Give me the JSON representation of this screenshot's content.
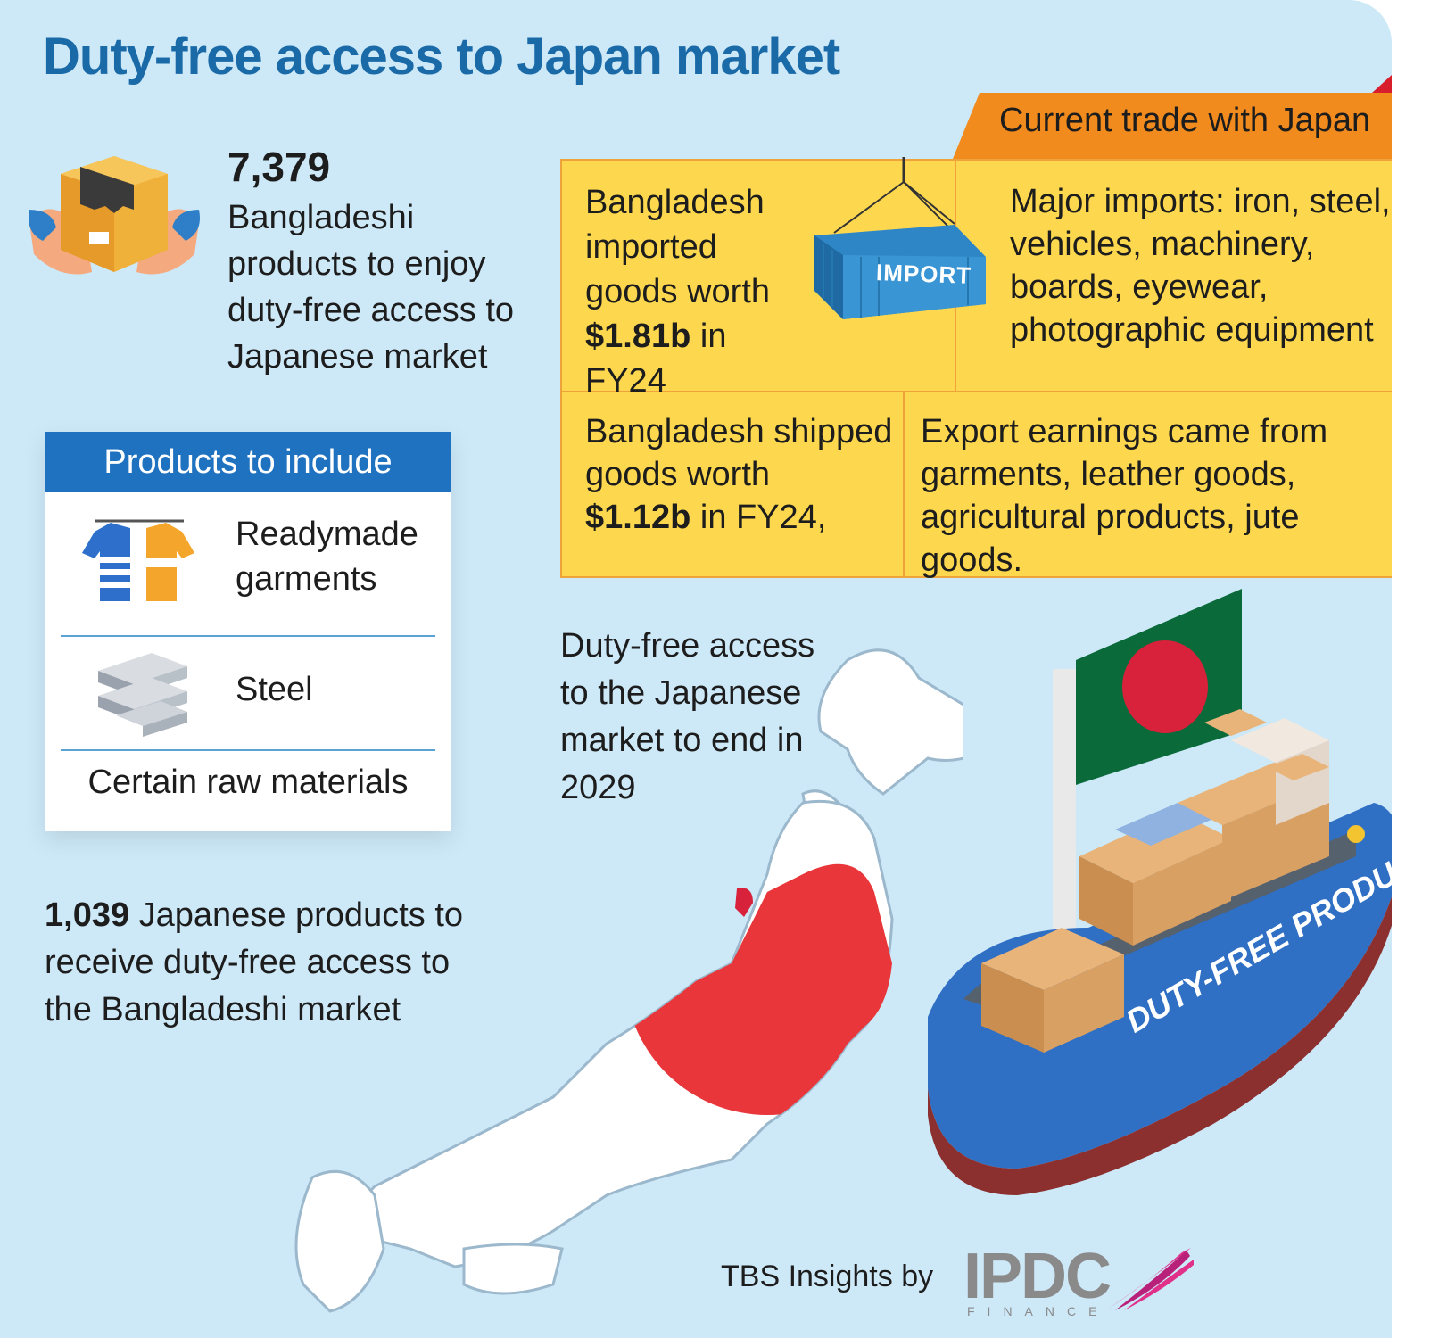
{
  "title": "Duty-free access to Japan market",
  "bd_products": {
    "count": "7,379",
    "text": "Bangladeshi products to enjoy duty-free access to Japanese market"
  },
  "products_panel": {
    "heading": "Products to include",
    "items": [
      {
        "label": "Readymade garments",
        "icon": "tshirt-icon"
      },
      {
        "label": "Steel",
        "icon": "steel-bars-icon"
      },
      {
        "label": "Certain raw materials"
      }
    ]
  },
  "trade": {
    "heading": "Current trade with Japan",
    "imports": {
      "prefix": "Bangladesh imported goods worth",
      "amount": "$1.81b",
      "suffix": " in FY24"
    },
    "container_label": "IMPORT",
    "major_imports": "Major imports: iron, steel, vehicles, machinery, boards, eyewear, photographic equipment",
    "exports": {
      "prefix": "Bangladesh shipped goods worth",
      "amount": "$1.12b",
      "suffix": " in FY24,"
    },
    "export_earnings": "Export earnings came from garments, leather goods, agricultural products, jute goods."
  },
  "end_note": "Duty-free access to the Japanese market to end in 2029",
  "jp_products": {
    "count": "1,039",
    "text": " Japanese products to receive duty-free access to the Bangladeshi market"
  },
  "ship_label": "DUTY-FREE PRODUCTS",
  "credit": "TBS Insights by",
  "logo": {
    "name": "IPDC",
    "sub": "FINANCE"
  },
  "colors": {
    "background": "#cde9f8",
    "title": "#1b6aa8",
    "panel_header": "#1f72c0",
    "trade_tab": "#f28b1e",
    "trade_box": "#fdd84f",
    "flag_green": "#0a6a3a",
    "flag_red": "#d8213a",
    "japan_red": "#e8363a"
  }
}
